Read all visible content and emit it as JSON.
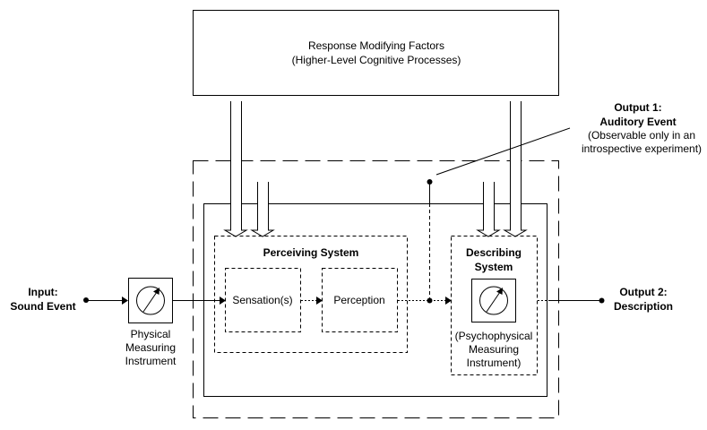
{
  "diagram": {
    "response_factors": {
      "line1": "Response Modifying Factors",
      "line2": "(Higher-Level Cognitive Processes)"
    },
    "output1": {
      "title1": "Output 1:",
      "title2": "Auditory Event",
      "note1": "(Observable only in an",
      "note2": "introspective experiment)"
    },
    "input": {
      "line1": "Input:",
      "line2": "Sound Event"
    },
    "physical_instrument": {
      "line1": "Physical",
      "line2": "Measuring",
      "line3": "Instrument"
    },
    "perceiving_system": {
      "title": "Perceiving System",
      "sensation": "Sensation(s)",
      "perception": "Perception"
    },
    "describing_system": {
      "title1": "Describing",
      "title2": "System",
      "instrument1": "(Psychophysical",
      "instrument2": "Measuring",
      "instrument3": "Instrument)"
    },
    "output2": {
      "line1": "Output 2:",
      "line2": "Description"
    }
  }
}
